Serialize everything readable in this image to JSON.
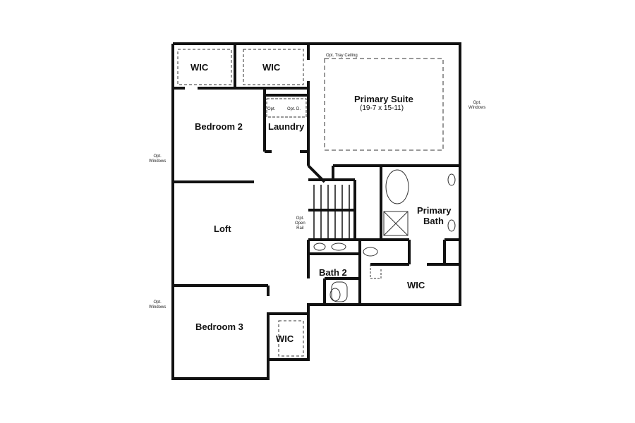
{
  "rooms": {
    "wic_1": "WIC",
    "wic_2": "WIC",
    "primary_suite": "Primary Suite",
    "primary_suite_dims": "(19-7 x 15-11)",
    "bedroom_2": "Bedroom 2",
    "laundry": "Laundry",
    "loft": "Loft",
    "primary_bath_1": "Primary",
    "primary_bath_2": "Bath",
    "bath_2": "Bath 2",
    "wic_primary": "WIC",
    "bedroom_3": "Bedroom 3",
    "wic_3": "WIC"
  },
  "notes": {
    "tray_ceiling": "Opt. Tray Ceiling",
    "windows_right_1": "Opt.",
    "windows_right_2": "Windows",
    "windows_left_top_1": "Opt.",
    "windows_left_top_2": "Windows",
    "windows_left_bottom_1": "Opt.",
    "windows_left_bottom_2": "Windows",
    "open_rail_1": "Opt.",
    "open_rail_2": "Open",
    "open_rail_3": "Rail",
    "laundry_opt_1": "Opt.",
    "laundry_opt_2": "Opt. D."
  },
  "colors": {
    "wall": "#111111",
    "background": "#ffffff"
  }
}
